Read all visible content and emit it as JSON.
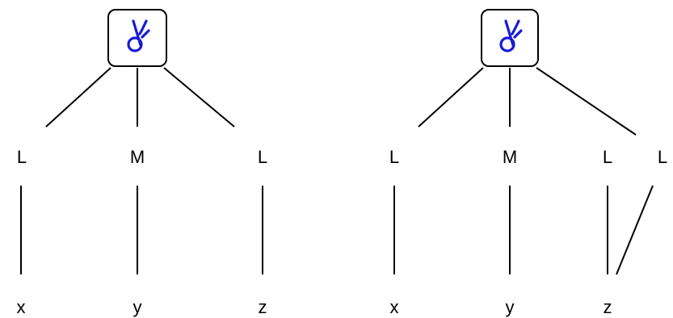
{
  "colors": {
    "lines": "#000000",
    "text": "#000000",
    "root_glyph": "#1a1ad6",
    "background": "#ffffff"
  },
  "trees": [
    {
      "root": {
        "icon": "hand-sign-icon"
      },
      "categories": [
        "L",
        "M",
        "L"
      ],
      "leaves": [
        "x",
        "y",
        "z"
      ]
    },
    {
      "root": {
        "icon": "hand-sign-icon"
      },
      "categories": [
        "L",
        "M",
        "L",
        "L"
      ],
      "leaves": [
        "x",
        "y",
        "z"
      ]
    }
  ]
}
